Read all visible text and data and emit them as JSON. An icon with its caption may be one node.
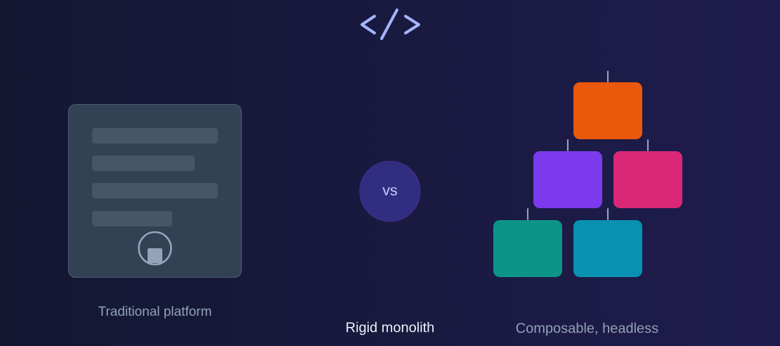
{
  "diagram": {
    "nodes": [
      {
        "text": [],
        "shape": "box",
        "beside": [
          "Traditional platform"
        ]
      },
      {
        "text": [
          "vs"
        ]
      },
      {
        "text": [],
        "shape": "box"
      },
      {
        "text": [],
        "shape": "box"
      },
      {
        "text": [],
        "shape": "box"
      },
      {
        "text": [],
        "shape": "box"
      },
      {
        "text": [],
        "shape": "box"
      }
    ],
    "edges": [
      {
        "from": null,
        "to": 2,
        "arrow": "none"
      },
      {
        "from": 2,
        "to": 3,
        "arrow": "none"
      },
      {
        "from": 2,
        "to": 4,
        "arrow": "none"
      },
      {
        "from": 3,
        "to": 5,
        "arrow": "none"
      },
      {
        "from": 3,
        "to": 6,
        "arrow": "none"
      }
    ],
    "labels": [
      "Rigid monolith",
      "Composable, headless"
    ]
  }
}
